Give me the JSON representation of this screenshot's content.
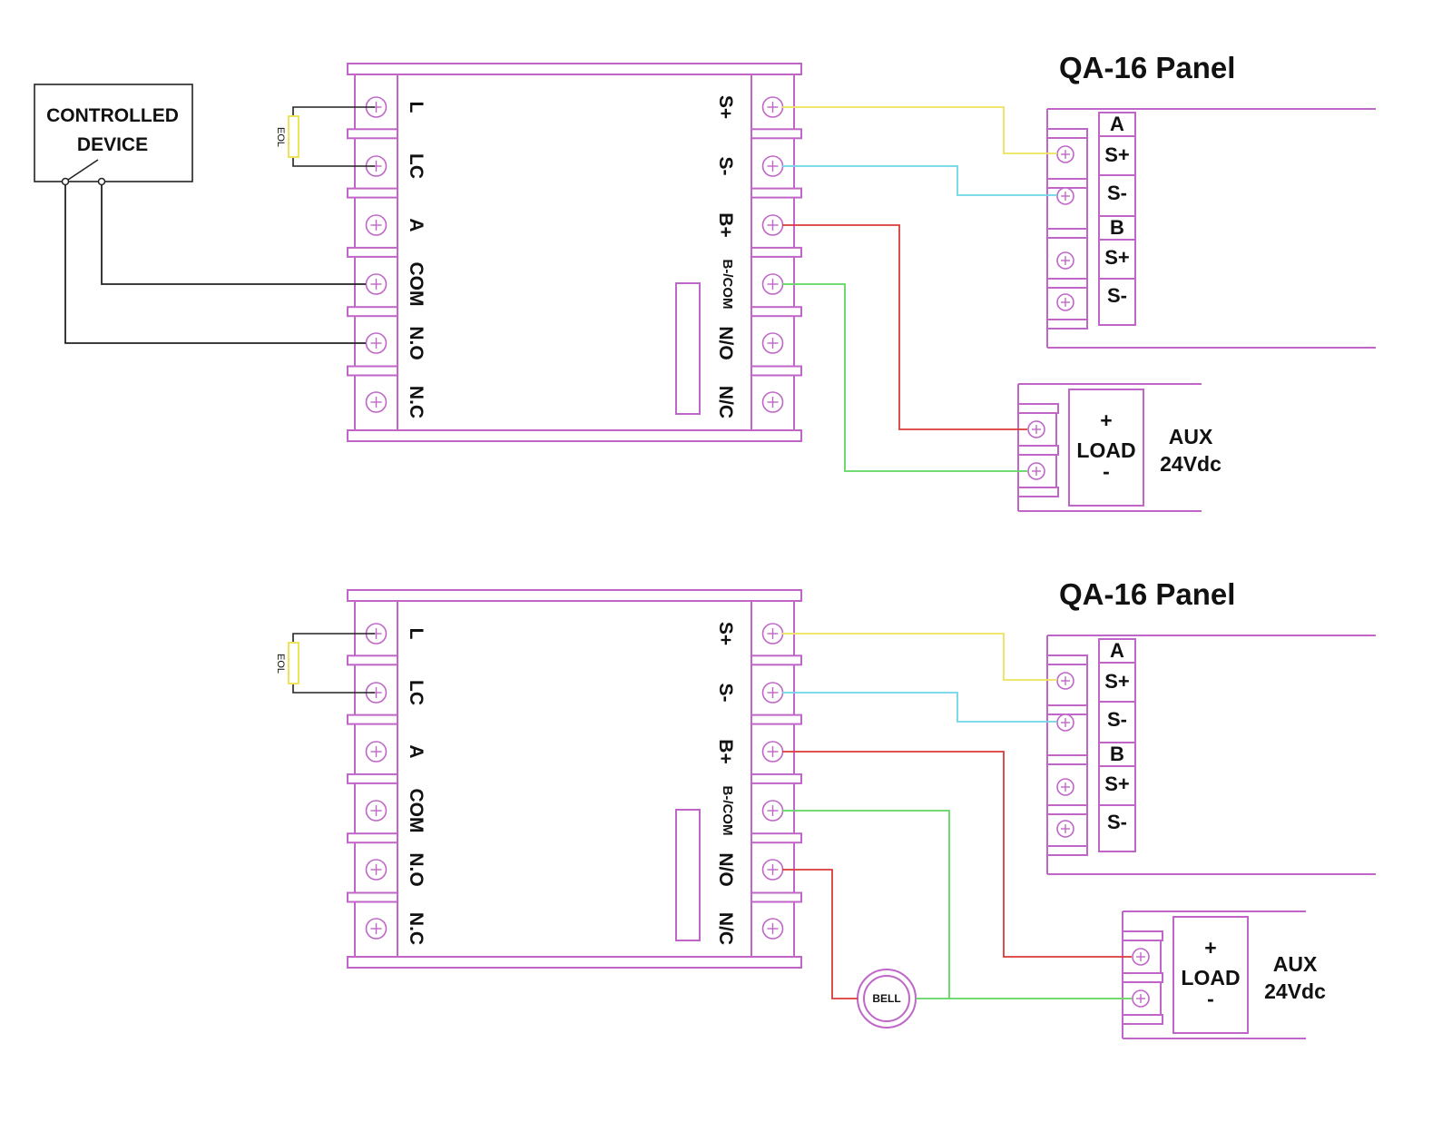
{
  "diagram": {
    "module_left_terminals": [
      "L",
      "LC",
      "A",
      "COM",
      "N.O",
      "N.C"
    ],
    "module_right_terminals": [
      "S+",
      "S-",
      "B+",
      "B-/COM",
      "N/O",
      "N/C"
    ],
    "panel_title": "QA-16 Panel",
    "panel_block_labels": [
      "A",
      "S+",
      "S-",
      "B",
      "S+",
      "S-"
    ],
    "aux_load_labels": [
      "+",
      "LOAD",
      "-"
    ],
    "aux_labels": [
      "AUX",
      "24Vdc"
    ],
    "controlled_device_label": [
      "CONTROLLED",
      "DEVICE"
    ],
    "eol_label": "EOL",
    "bell_label": "BELL",
    "wire_colors": {
      "s_plus": "#ede45a",
      "s_minus": "#6fd6e6",
      "b_plus": "#d93a3a",
      "b_minus": "#5fd65f",
      "device": "#222222",
      "module": "#c066c8"
    }
  }
}
